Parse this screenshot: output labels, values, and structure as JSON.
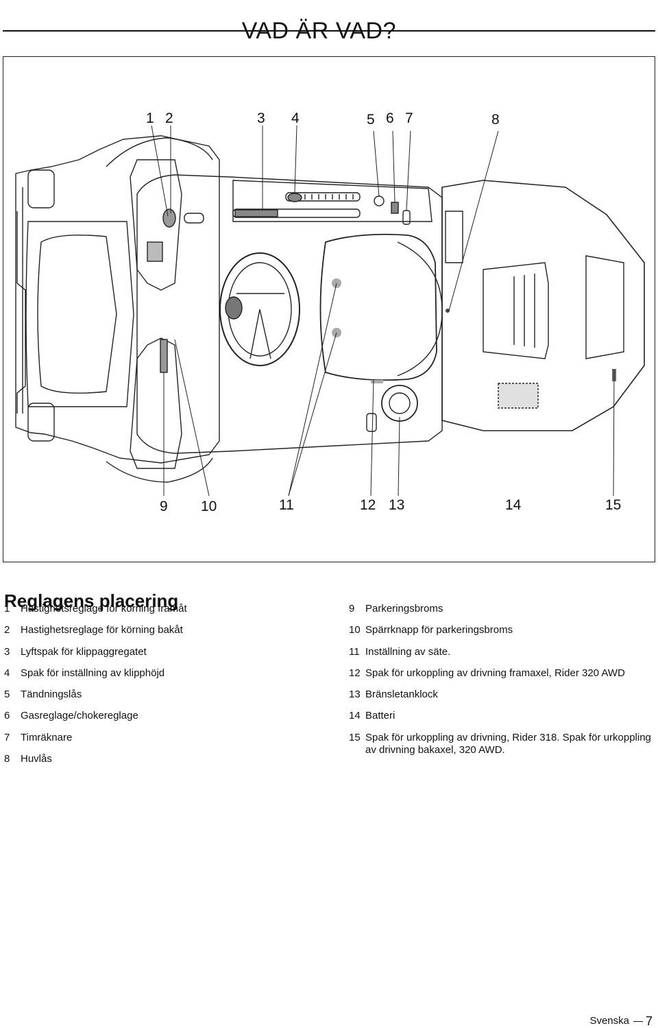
{
  "header": {
    "title": "VAD ÄR VAD?"
  },
  "figure": {
    "callouts": {
      "c1": "1",
      "c2": "2",
      "c3": "3",
      "c4": "4",
      "c5": "5",
      "c6": "6",
      "c7": "7",
      "c8": "8",
      "c9": "9",
      "c10": "10",
      "c11": "11",
      "c12": "12",
      "c13": "13",
      "c14": "14",
      "c15": "15"
    }
  },
  "section": {
    "heading": "Reglagens placering"
  },
  "legend": {
    "left": [
      {
        "num": "1",
        "text": "Hastighetsreglage för körning framåt"
      },
      {
        "num": "2",
        "text": "Hastighetsreglage för körning bakåt"
      },
      {
        "num": "3",
        "text": "Lyftspak för klippaggregatet"
      },
      {
        "num": "4",
        "text": "Spak för inställning av klipphöjd"
      },
      {
        "num": "5",
        "text": "Tändningslås"
      },
      {
        "num": "6",
        "text": "Gasreglage/chokereglage"
      },
      {
        "num": "7",
        "text": "Timräknare"
      },
      {
        "num": "8",
        "text": "Huvlås"
      }
    ],
    "right": [
      {
        "num": "9",
        "text": "Parkeringsbroms"
      },
      {
        "num": "10",
        "text": "Spärrknapp för parkeringsbroms"
      },
      {
        "num": "11",
        "text": "Inställning av säte."
      },
      {
        "num": "12",
        "text": "Spak för urkoppling av drivning framaxel, Rider 320 AWD"
      },
      {
        "num": "13",
        "text": "Bränsletanklock"
      },
      {
        "num": "14",
        "text": "Batteri"
      },
      {
        "num": "15",
        "text": "Spak för urkoppling av drivning, Rider 318. Spak för urkoppling av drivning bakaxel, 320 AWD."
      }
    ]
  },
  "footer": {
    "language": "Svenska",
    "page_number": "7"
  }
}
